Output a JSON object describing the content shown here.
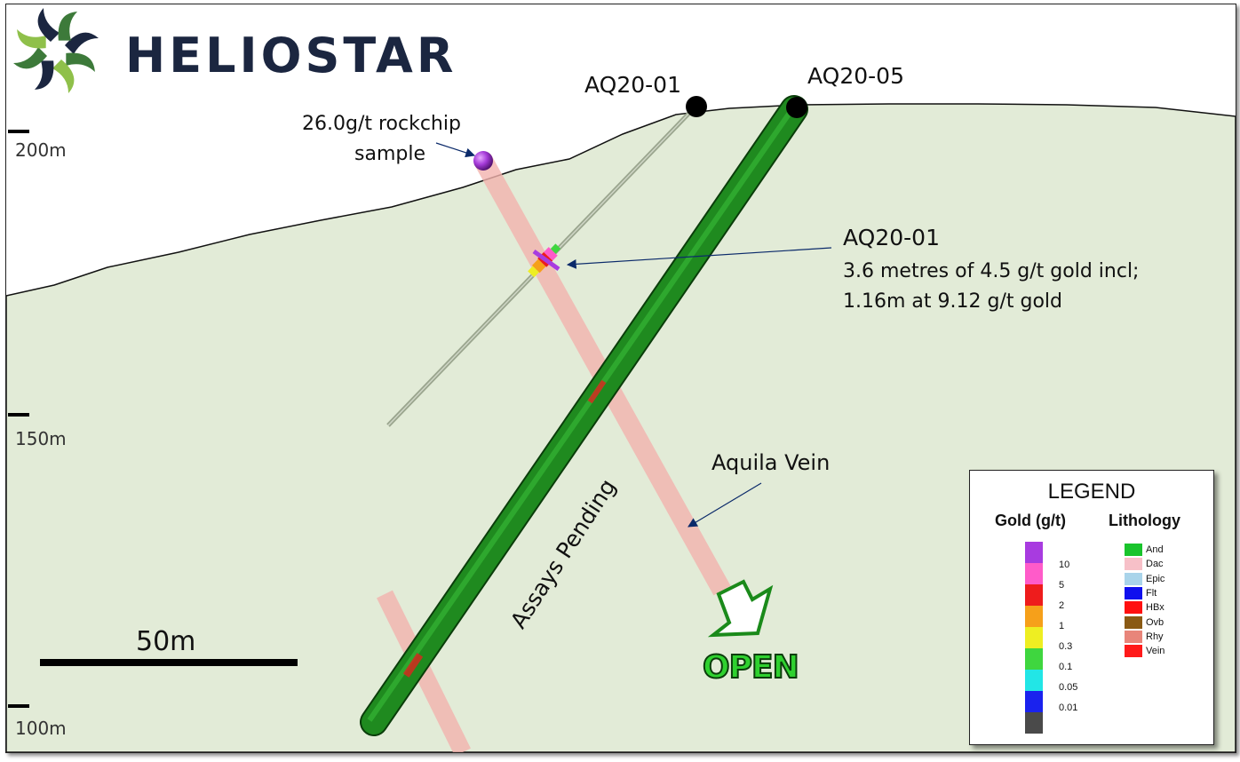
{
  "brand": {
    "name": "HELIOSTAR",
    "color": "#1b2640",
    "mark_colors": [
      "#1b2640",
      "#3d7a3a",
      "#8fc04a"
    ]
  },
  "elevations": [
    "200m",
    "150m",
    "100m"
  ],
  "drill_holes": {
    "hole_1": "AQ20-01",
    "hole_2": "AQ20-05",
    "hole_2_color": "#1f8a1f",
    "hole_1_color": "#9aa58e"
  },
  "annotations": {
    "rockchip_line1": "26.0g/t rockchip",
    "rockchip_line2": "sample",
    "intercept_title": "AQ20-01",
    "intercept_line1": "3.6 metres of 4.5 g/t gold incl;",
    "intercept_line2": "1.16m at 9.12 g/t gold",
    "vein": "Aquila Vein",
    "assays": "Assays Pending",
    "open": "OPEN"
  },
  "scale_bar": {
    "label": "50m"
  },
  "ground_color": "#e2ebd7",
  "vein_color": "#f3b3ae",
  "legend": {
    "title": "LEGEND",
    "gold_header": "Gold (g/t)",
    "lithology_header": "Lithology",
    "gold_colors": [
      "#a83be0",
      "#ff5bc9",
      "#ee1c1c",
      "#f6a01a",
      "#eeee22",
      "#3fd63f",
      "#22e6e6",
      "#1a22ee",
      "#4a4a4a"
    ],
    "gold_labels": [
      "10",
      "5",
      "2",
      "1",
      "0.3",
      "0.1",
      "0.05",
      "0.01"
    ],
    "lithology": [
      {
        "code": "And",
        "color": "#19c42c"
      },
      {
        "code": "Dac",
        "color": "#f7c0c8"
      },
      {
        "code": "Epic",
        "color": "#a9d4ea"
      },
      {
        "code": "Flt",
        "color": "#1010ee"
      },
      {
        "code": "HBx",
        "color": "#ff1010"
      },
      {
        "code": "Ovb",
        "color": "#8a5a14"
      },
      {
        "code": "Rhy",
        "color": "#e8857a"
      },
      {
        "code": "Vein",
        "color": "#ff1a1a"
      }
    ]
  }
}
